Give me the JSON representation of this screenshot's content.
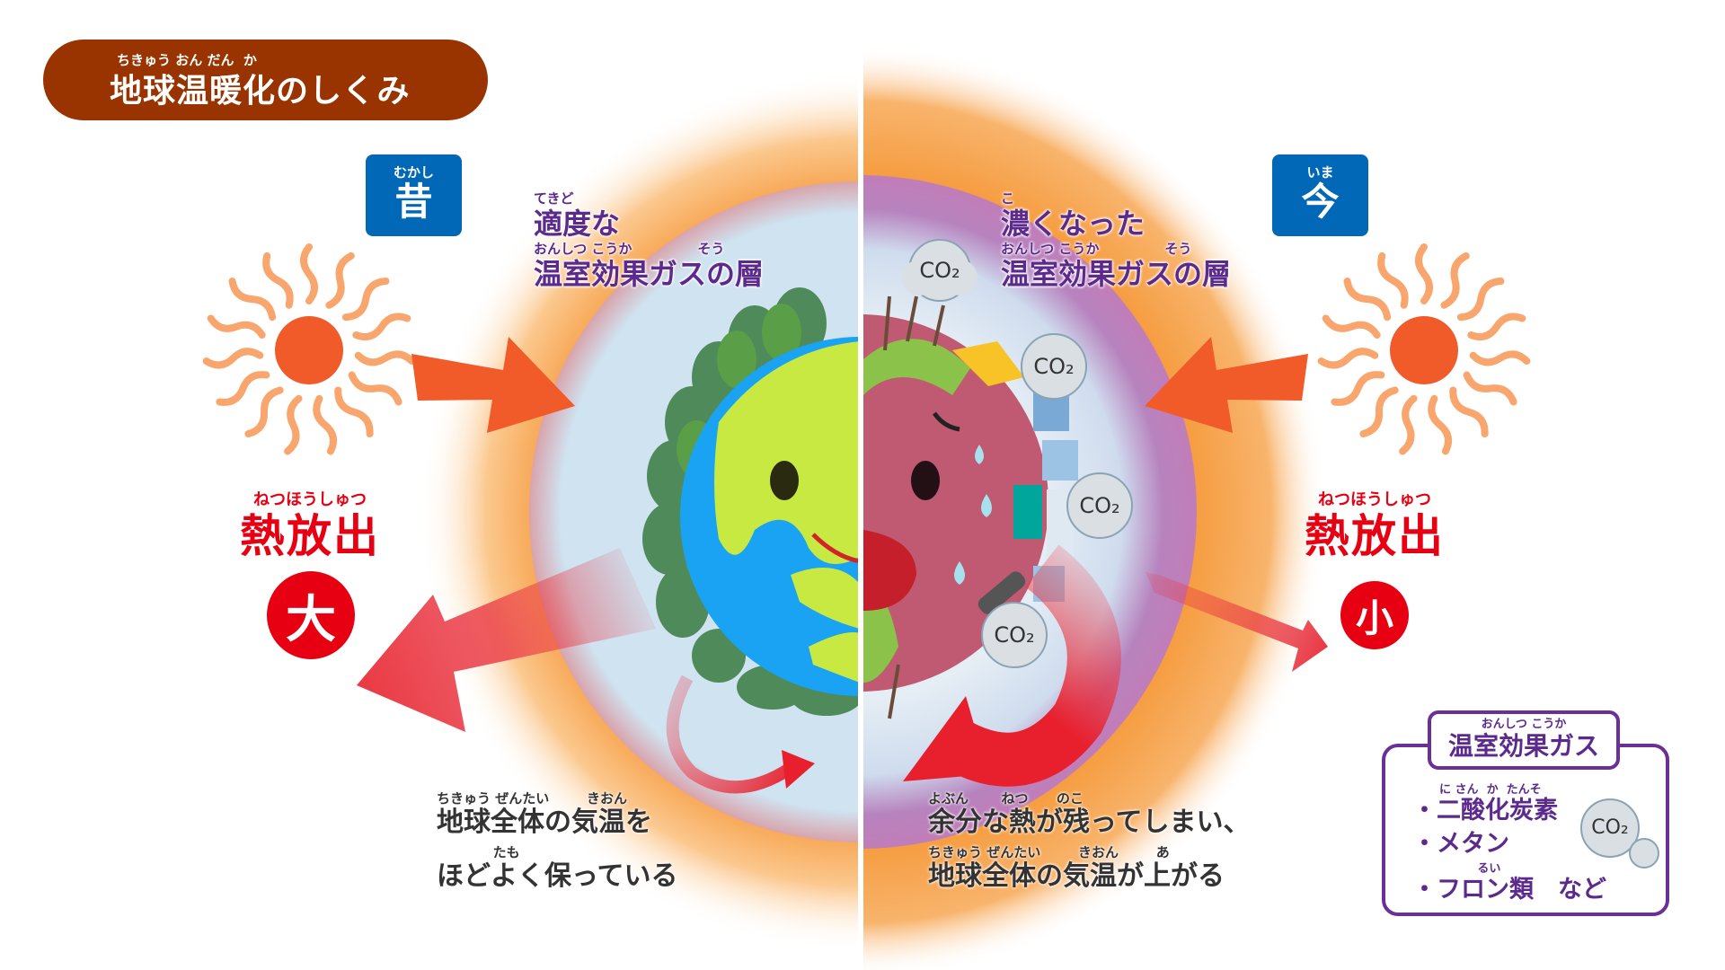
{
  "title": {
    "furigana": "ちきゅう おん だん  か",
    "text": "地球温暖化のしくみ"
  },
  "past": {
    "badge": {
      "furigana": "むかし",
      "text": "昔"
    },
    "layer_label": {
      "furigana1": "てきど",
      "line1": "適度な",
      "furigana2": "おんしつ こうか              そう",
      "line2": "温室効果ガスの層"
    },
    "heat": {
      "furigana": "ねつほうしゅつ",
      "text": "熱放出",
      "level": "大"
    },
    "caption": {
      "furigana1": "ちきゅう ぜんたい        きおん",
      "line1": "地球全体の気温を",
      "furigana2": "            たも",
      "line2": "ほどよく保っている"
    }
  },
  "present": {
    "badge": {
      "furigana": "いま",
      "text": "今"
    },
    "layer_label": {
      "furigana1": "こ",
      "line1": "濃くなった",
      "furigana2": "おんしつ こうか              そう",
      "line2": "温室効果ガスの層"
    },
    "heat": {
      "furigana": "ねつほうしゅつ",
      "text": "熱放出",
      "level": "小"
    },
    "caption": {
      "furigana1": "よぶん       ねつ      のこ",
      "line1": "余分な熱が残ってしまい、",
      "furigana2": "ちきゅう ぜんたい        きおん        あ",
      "line2": "地球全体の気温が上がる"
    },
    "clouds": [
      "CO₂",
      "CO₂",
      "CO₂",
      "CO₂"
    ]
  },
  "legend": {
    "title_furigana": "おんしつ こうか",
    "title": "温室効果ガス",
    "items": [
      {
        "furigana": "に さん  か  たんそ",
        "text": "・二酸化炭素"
      },
      {
        "furigana": "",
        "text": "・メタン"
      },
      {
        "furigana": "                るい",
        "text": "・フロン類　など"
      }
    ],
    "cloud_label": "CO₂"
  },
  "colors": {
    "title_bg": "#993300",
    "badge": "#0068b7",
    "purple": "#5b2a8c",
    "red": "#e60012",
    "orange": "#f15a29"
  }
}
